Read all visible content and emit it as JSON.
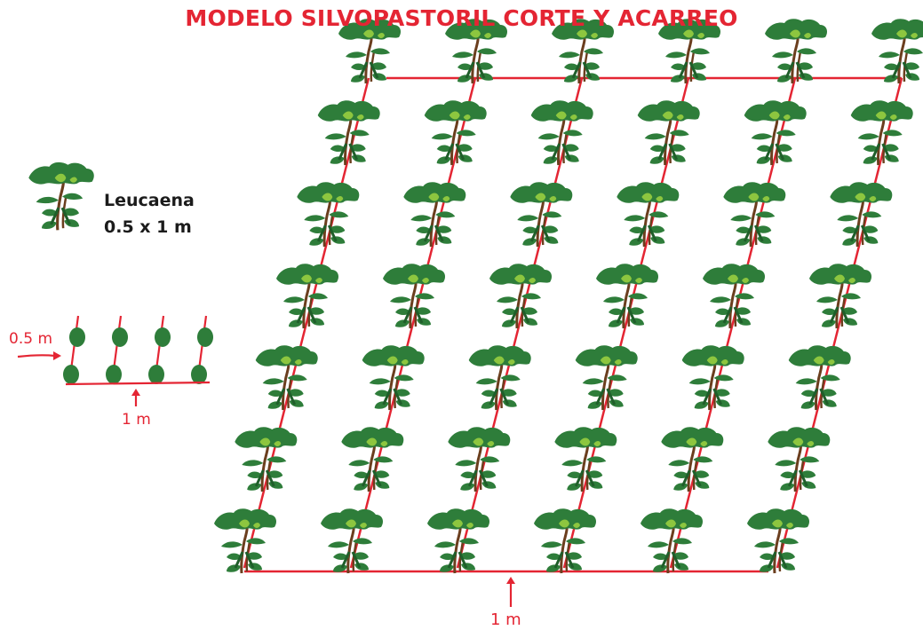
{
  "title": "MODELO SILVOPASTORIL CORTE Y ACARREO",
  "legend": {
    "species": "Leucaena",
    "spacing": "0.5 x 1 m"
  },
  "inset": {
    "row_spacing_label": "0.5 m",
    "plant_spacing_label": "1 m",
    "rows": 2,
    "plants_per_row": 4
  },
  "field": {
    "rows": 7,
    "trees_per_row": 6,
    "bottom_label": "1 m"
  },
  "colors": {
    "title": "#e42533",
    "lines": "#e42533",
    "foliage": "#2e7d3a",
    "foliage_light": "#8dc63f",
    "trunk": "#6b3e1e",
    "inset_plant": "#2e7d3a"
  },
  "icons": [
    "leucaena-tree-icon",
    "arrow-up-icon",
    "arrow-right-icon"
  ]
}
